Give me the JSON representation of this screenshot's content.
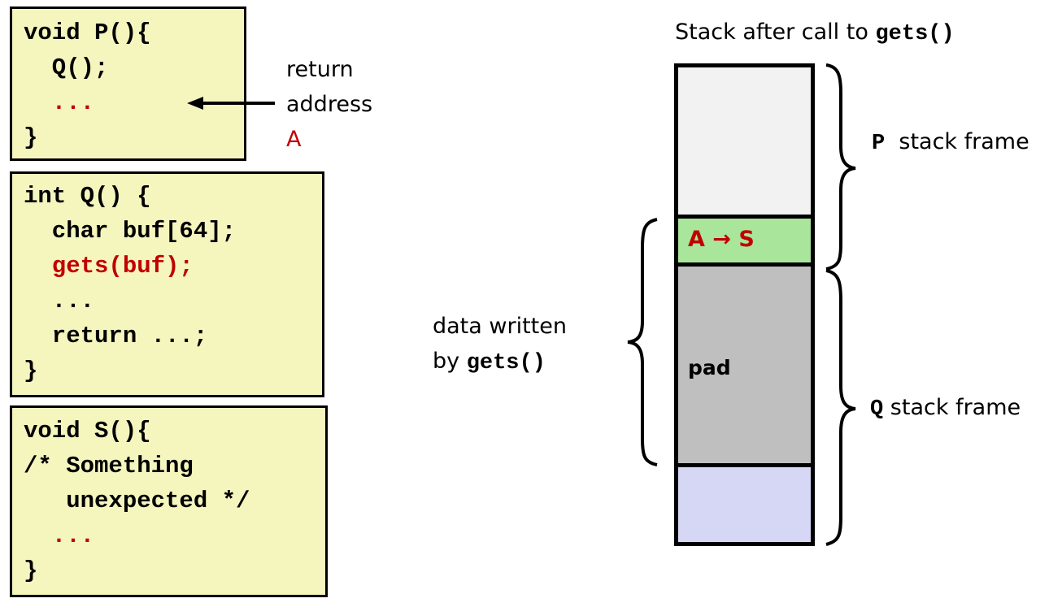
{
  "code_blocks": {
    "p": {
      "lines": [
        "void P(){",
        "  Q();",
        "  ...",
        "}"
      ],
      "highlight_line": 2
    },
    "q": {
      "lines": [
        "int Q() {",
        "  char buf[64];",
        "  gets(buf);",
        "  ...",
        "  return ...;",
        "}"
      ],
      "highlight_line": 2
    },
    "s": {
      "lines": [
        "void S(){",
        "/* Something",
        "   unexpected */",
        "  ...",
        "}"
      ],
      "highlight_line": 3
    }
  },
  "return_address": {
    "line1": "return",
    "line2": "address",
    "line3": "A"
  },
  "stack": {
    "title_prefix": "Stack after call to ",
    "title_func": "gets()",
    "ret_cell_label": "A → S",
    "pad_label": "pad"
  },
  "annotations": {
    "p_frame_name": "P",
    "p_frame_suffix": "stack frame",
    "q_frame_name": "Q",
    "q_frame_suffix": "stack frame",
    "data_written_line1": "data written",
    "data_written_prefix": "by ",
    "data_written_func": "gets()"
  },
  "colors": {
    "code_bg": "#f5f5be",
    "highlight": "#c00000",
    "p_frame_cell": "#f2f2f2",
    "ret_cell": "#a9e59b",
    "pad_cell": "#bfbfbf",
    "lower_cell": "#d6d7f4"
  }
}
